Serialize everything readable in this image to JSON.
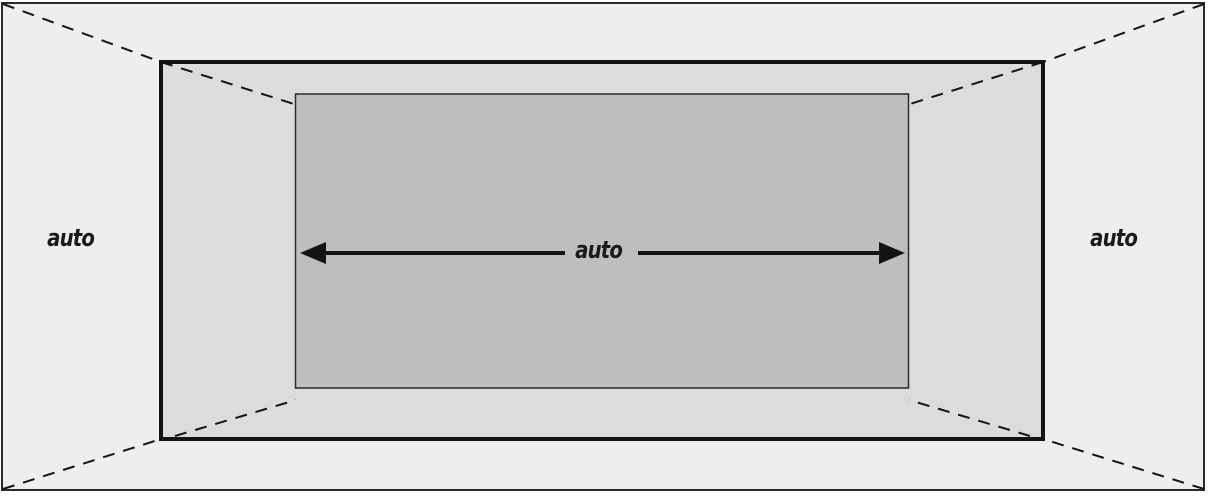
{
  "diagram": {
    "type": "css-box-model-horizontal-auto",
    "colors": {
      "outer_fill": "#eeeeee",
      "middle_fill": "#dcdcdc",
      "inner_fill": "#bebebe",
      "stroke": "#1a1a1a"
    },
    "labels": {
      "left_margin": "auto",
      "content_width": "auto",
      "right_margin": "auto"
    }
  }
}
